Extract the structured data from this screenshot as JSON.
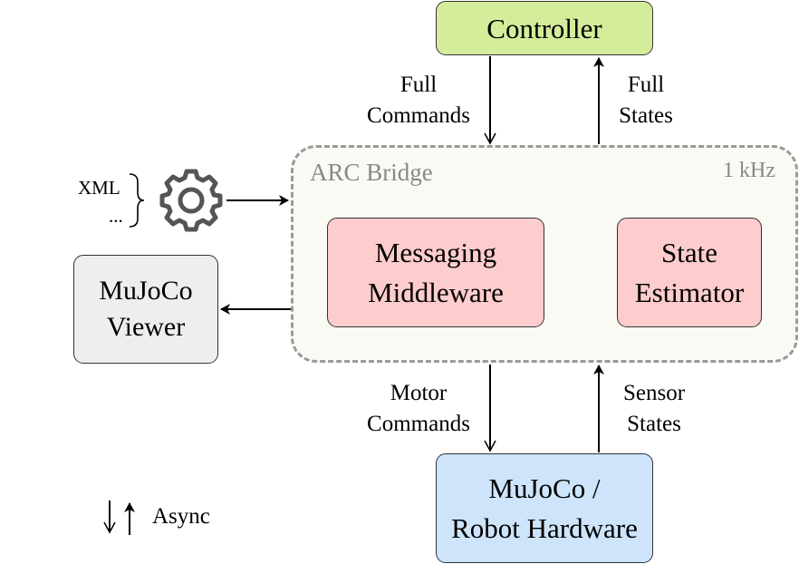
{
  "controller": {
    "label": "Controller"
  },
  "bridge": {
    "title": "ARC Bridge",
    "rate": "1 kHz"
  },
  "messaging": {
    "line1": "Messaging",
    "line2": "Middleware"
  },
  "estimator": {
    "line1": "State",
    "line2": "Estimator"
  },
  "viewer": {
    "line1": "MuJoCo",
    "line2": "Viewer"
  },
  "hardware": {
    "line1": "MuJoCo /",
    "line2": "Robot Hardware"
  },
  "edges": {
    "full_commands": {
      "line1": "Full",
      "line2": "Commands"
    },
    "full_states": {
      "line1": "Full",
      "line2": "States"
    },
    "motor_commands": {
      "line1": "Motor",
      "line2": "Commands"
    },
    "sensor_states": {
      "line1": "Sensor",
      "line2": "States"
    }
  },
  "config_inputs": {
    "line1": "XML",
    "line2": "..."
  },
  "legend": {
    "async_label": "Async"
  },
  "colors": {
    "controller": "#d5ed9b",
    "blocks": "#fdcccc",
    "viewer": "#eeeeee",
    "hardware": "#cde4fb",
    "bridge_border": "#9a9a9a",
    "icon": "#555555"
  },
  "icons": [
    "gear-icon",
    "sync-icon"
  ]
}
